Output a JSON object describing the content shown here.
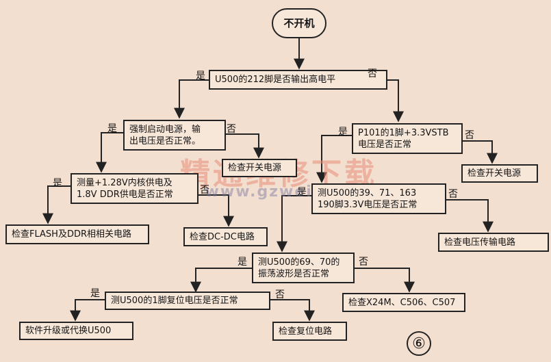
{
  "diagram": {
    "start": "不开机",
    "q_u500_212": [
      "U500的212脚是否输出高电平"
    ],
    "q_force_start": [
      "强制启动电源，输",
      "出电压是否正常。"
    ],
    "a_check_switch_left": "检查开关电源",
    "q_p101": [
      "P101的1脚+3.3VSTB",
      "电压是否正常"
    ],
    "a_check_switch_right": "检查开关电源",
    "q_measure_128": [
      "测量+1.28V内核供电及",
      "1.8V DDR供电是否正常"
    ],
    "q_u500_39": [
      "测U500的39、71、163",
      "190脚3.3V电压是否正常"
    ],
    "a_check_flash": "检查FLASH及DDR相相关电路",
    "a_check_dcdc": "检查DC-DC电路",
    "a_check_transfer": "检查电压传输电路",
    "q_osc": [
      "测U500的69、70的",
      "振荡波形是否正常"
    ],
    "q_reset": [
      "测U500的1脚复位电压是否正常"
    ],
    "a_check_crystal": "检查X24M、C506、C507",
    "a_software": "软件升级或代换U500",
    "a_check_reset": "检查复位电路",
    "yes": "是",
    "no": "否"
  },
  "watermark": {
    "text": "精通维修下载",
    "url": "www.gzweix.com"
  },
  "page_number": "⑥"
}
